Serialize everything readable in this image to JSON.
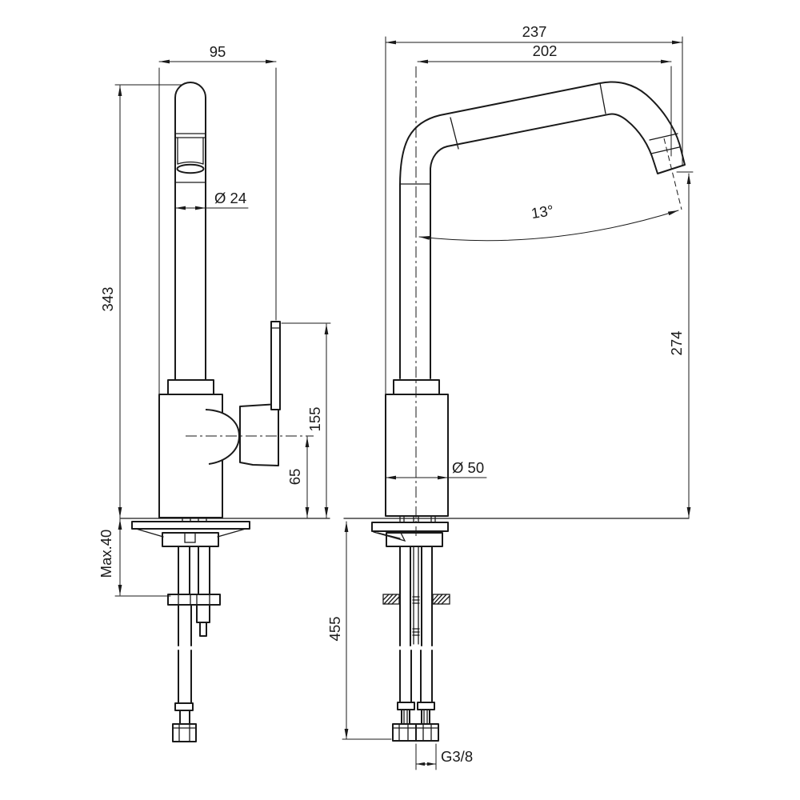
{
  "drawing": {
    "background": "#ffffff",
    "line_color": "#1a1a1a",
    "views": {
      "front_view": {
        "dim_spout_offset": "95",
        "dim_spout_diameter": "Ø 24",
        "dim_total_height": "343",
        "dim_handle_height": "155",
        "dim_spout_center_height": "65",
        "dim_max_deck_thickness": "Max.40"
      },
      "side_view": {
        "dim_overall_depth": "237",
        "dim_spout_reach": "202",
        "dim_spout_angle": "13°",
        "dim_outlet_height": "274",
        "dim_body_diameter": "Ø 50",
        "dim_hose_length": "455",
        "dim_connection_thread": "G3/8"
      }
    }
  }
}
